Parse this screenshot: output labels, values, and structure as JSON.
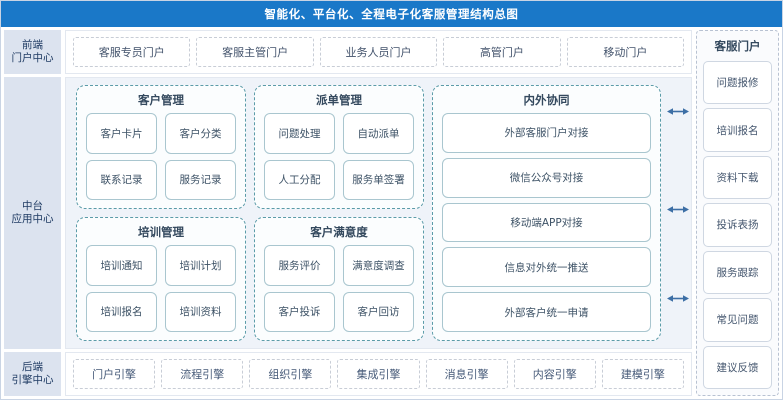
{
  "header": {
    "title": "智能化、平台化、全程电子化客服管理结构总图",
    "bg_color": "#1a78c8"
  },
  "layers": {
    "front": "前端\n门户中心",
    "front_line1": "前端",
    "front_line2": "门户中心",
    "middle_line1": "中台",
    "middle_line2": "应用中心",
    "back_line1": "后端",
    "back_line2": "引擎中心"
  },
  "front_portals": [
    {
      "label": "客服专员门户"
    },
    {
      "label": "客服主管门户"
    },
    {
      "label": "业务人员门户"
    },
    {
      "label": "高管门户"
    },
    {
      "label": "移动门户"
    }
  ],
  "app_groups": [
    {
      "title": "客户管理",
      "items": [
        "客户卡片",
        "客户分类",
        "联系记录",
        "服务记录"
      ]
    },
    {
      "title": "派单管理",
      "items": [
        "问题处理",
        "自动派单",
        "人工分配",
        "服务单签署"
      ]
    },
    {
      "title": "培训管理",
      "items": [
        "培训通知",
        "培训计划",
        "培训报名",
        "培训资料"
      ]
    },
    {
      "title": "客户满意度",
      "items": [
        "服务评价",
        "满意度调查",
        "客户投诉",
        "客户回访"
      ]
    }
  ],
  "collaboration": {
    "title": "内外协同",
    "items": [
      "外部客服门户对接",
      "微信公众号对接",
      "移动端APP对接",
      "信息对外统一推送",
      "外部客户统一申请"
    ]
  },
  "customer_portal": {
    "title": "客服门户",
    "items": [
      "问题报修",
      "培训报名",
      "资料下载",
      "投诉表扬",
      "服务跟踪",
      "常见问题",
      "建议反馈"
    ]
  },
  "engines": [
    {
      "label": "门户引擎"
    },
    {
      "label": "流程引擎"
    },
    {
      "label": "组织引擎"
    },
    {
      "label": "集成引擎"
    },
    {
      "label": "消息引擎"
    },
    {
      "label": "内容引擎"
    },
    {
      "label": "建模引擎"
    }
  ],
  "colors": {
    "title_bg": "#1a78c8",
    "layer_cell_bg": "#dce3ef",
    "mid_zone_bg": "#eff3f9",
    "group_border": "#5b9ba8",
    "arrow": "#3c6ea5"
  }
}
